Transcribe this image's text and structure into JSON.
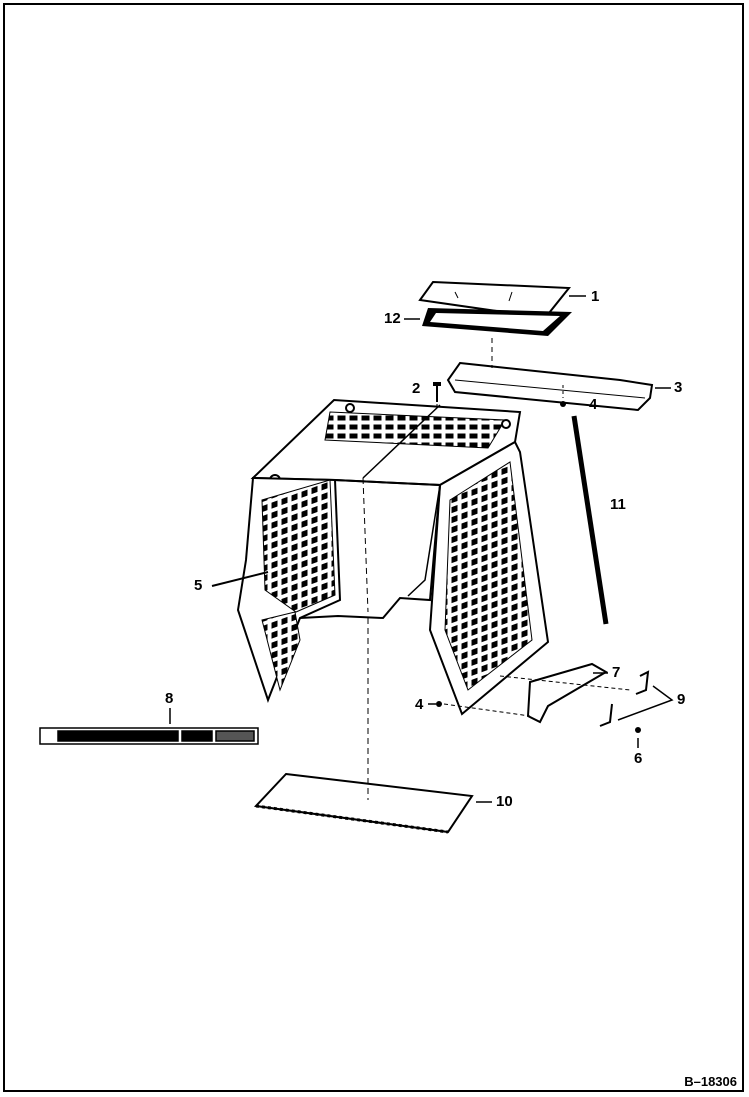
{
  "diagram": {
    "drawing_number": "B–18306",
    "callouts": {
      "c1": "1",
      "c2": "2",
      "c3": "3",
      "c4a": "4",
      "c4b": "4",
      "c5": "5",
      "c6": "6",
      "c7": "7",
      "c8": "8",
      "c9": "9",
      "c10": "10",
      "c11": "11",
      "c12": "12"
    }
  }
}
